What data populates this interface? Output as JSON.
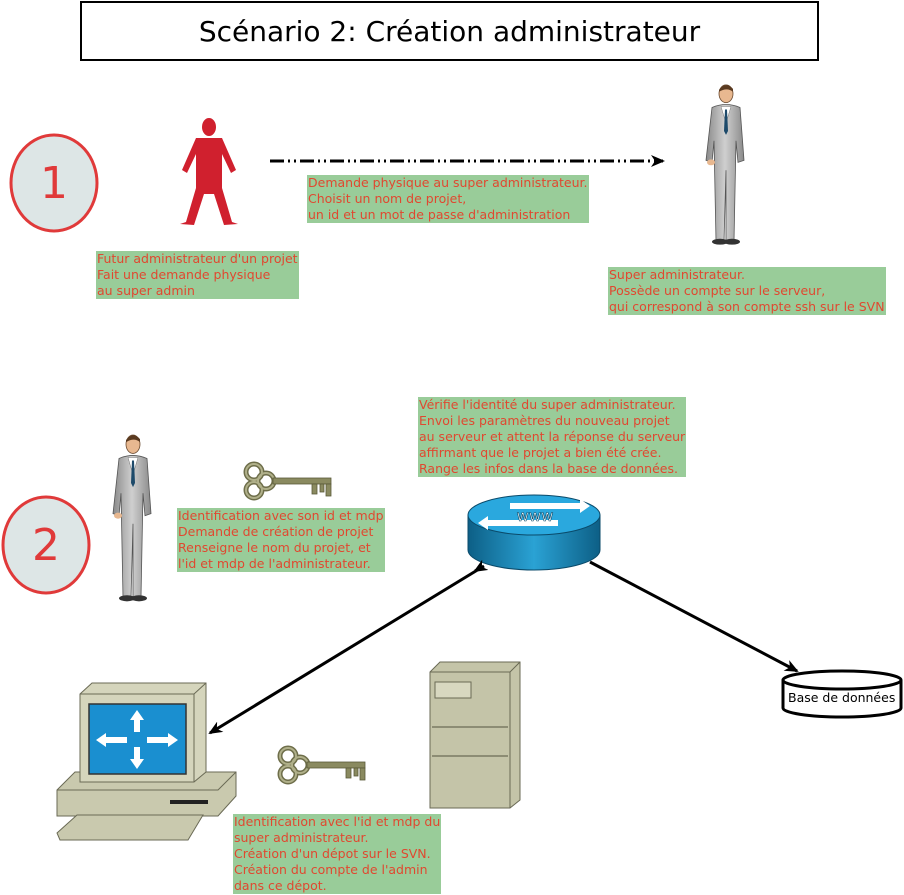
{
  "title": "Scénario 2: Création administrateur",
  "steps": [
    {
      "number": "1"
    },
    {
      "number": "2"
    }
  ],
  "notes": {
    "request": "Demande physique au super administrateur.\nChoisit un nom de projet,\nun id et un mot de passe d'administration",
    "future_admin": "Futur administrateur d'un projet\nFait une demande physique\nau super admin",
    "super_admin": "Super administrateur.\nPossède un compte sur le serveur,\nqui correspond à son compte ssh sur le SVN",
    "verify": "Vérifie l'identité du super administrateur.\nEnvoi les paramètres du nouveau projet\nau serveur et attent la réponse du serveur\naffirmant que le projet a bien été crée.\nRange les infos dans la base de données.",
    "identification": "Identification avec son id et mdp\nDemande de création de projet\nRenseigne le nom du projet, et\nl'id et mdp de l'administrateur.",
    "svn": "Identification avec l'id et mdp du\nsuper administrateur.\nCréation d'un dépot sur le SVN.\nCréation du compte de l'admin\ndans ce dépot."
  },
  "router_label": "www",
  "database_label": "Base de données",
  "colors": {
    "note_bg": "#99cc99",
    "note_text": "#e04830",
    "step_circle": "#e03a3a",
    "step_fill": "#dde6e6",
    "red_person": "#d0202e",
    "router": "#1a8fc0",
    "screen": "#1a8fd0"
  },
  "icons": [
    "red-person-icon",
    "businessman-icon",
    "key-icon",
    "router-icon",
    "computer-icon",
    "server-icon",
    "database-icon"
  ]
}
